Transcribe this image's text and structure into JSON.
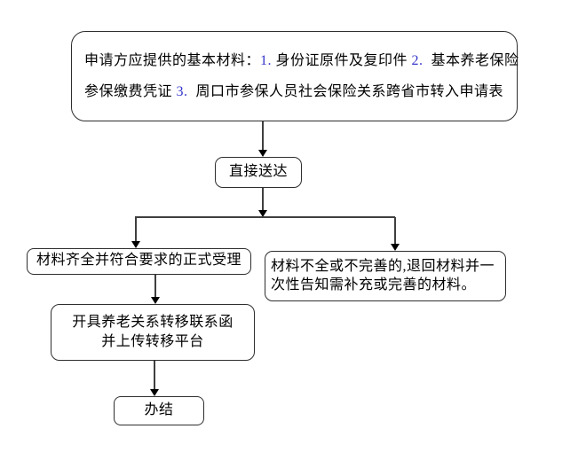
{
  "colors": {
    "background": "#ffffff",
    "box_border": "#2e2e2e",
    "connector_line": "#3f3f3f",
    "arrowhead": "#000000",
    "text": "#000000",
    "list_number_blue": "#3333cc"
  },
  "flowchart": {
    "materials_box": {
      "line1": {
        "s1": "申请方应提供的基本材料：",
        "n1": "1.",
        "s2": " 身份证原件及复印件 ",
        "n2": "2.",
        "s3": "  基本养老保险"
      },
      "line2": {
        "s1": "参保缴费凭证 ",
        "n1": "3.",
        "s2": "  周口市参保人员社会保险关系跨省市转入申请表"
      }
    },
    "delivery_box": {
      "label": "直接送达"
    },
    "accept_box": {
      "label": "材料齐全并符合要求的正式受理"
    },
    "reject_box": {
      "line1": "材料不全或不完善的,退回材料并一",
      "line2": "次性告知需补充或完善的材料。"
    },
    "issue_box": {
      "line1": "开具养老关系转移联系函",
      "line2": "并上传转移平台"
    },
    "done_box": {
      "label": "办结"
    }
  }
}
